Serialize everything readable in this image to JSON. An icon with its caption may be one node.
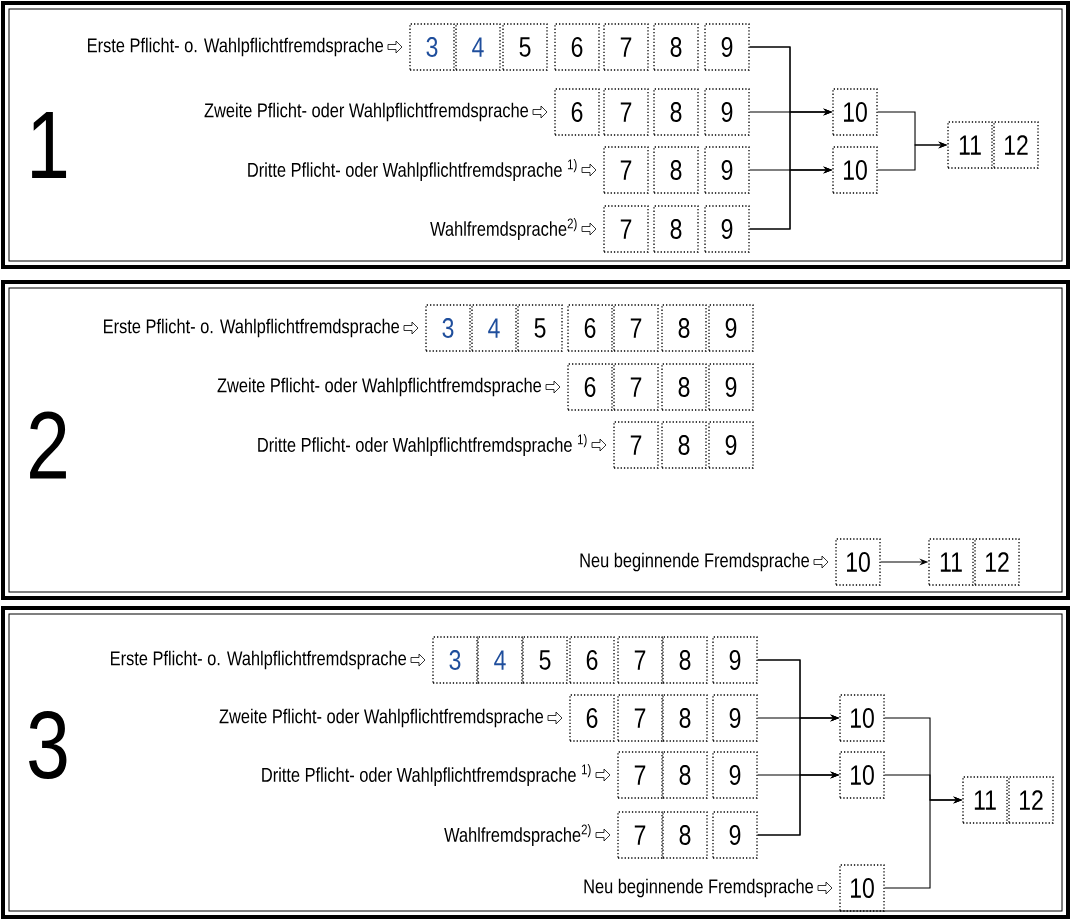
{
  "diagram": {
    "nodes": [
      {
        "text": [
          "1"
        ]
      },
      {
        "text": [
          "3"
        ],
        "in": 0
      },
      {
        "text": [
          "4"
        ],
        "in": 0
      },
      {
        "text": [
          "5"
        ],
        "in": 0
      },
      {
        "text": [
          "6"
        ],
        "in": 0
      },
      {
        "text": [
          "7"
        ],
        "in": 0
      },
      {
        "text": [
          "8"
        ],
        "in": 0
      },
      {
        "text": [
          "9"
        ],
        "in": 0
      },
      {
        "text": [
          "6"
        ],
        "in": 0
      },
      {
        "text": [
          "7"
        ],
        "in": 0
      },
      {
        "text": [
          "8"
        ],
        "in": 0
      },
      {
        "text": [
          "9"
        ],
        "in": 0
      },
      {
        "text": [
          "7"
        ],
        "in": 0
      },
      {
        "text": [
          "8"
        ],
        "in": 0
      },
      {
        "text": [
          "9"
        ],
        "in": 0
      },
      {
        "text": [
          "7"
        ],
        "in": 0
      },
      {
        "text": [
          "8"
        ],
        "in": 0
      },
      {
        "text": [
          "9"
        ],
        "in": 0
      },
      {
        "text": [
          "10"
        ],
        "in": 0
      },
      {
        "text": [
          "10"
        ],
        "in": 0
      },
      {
        "text": [
          "11"
        ],
        "in": 0
      },
      {
        "text": [
          "12"
        ],
        "in": 0
      },
      {
        "text": [
          "2"
        ]
      },
      {
        "text": [
          "3"
        ],
        "in": 22
      },
      {
        "text": [
          "4"
        ],
        "in": 22
      },
      {
        "text": [
          "5"
        ],
        "in": 22
      },
      {
        "text": [
          "6"
        ],
        "in": 22
      },
      {
        "text": [
          "7"
        ],
        "in": 22
      },
      {
        "text": [
          "8"
        ],
        "in": 22
      },
      {
        "text": [
          "9"
        ],
        "in": 22
      },
      {
        "text": [
          "6"
        ],
        "in": 22
      },
      {
        "text": [
          "7"
        ],
        "in": 22
      },
      {
        "text": [
          "8"
        ],
        "in": 22
      },
      {
        "text": [
          "9"
        ],
        "in": 22
      },
      {
        "text": [
          "7"
        ],
        "in": 22
      },
      {
        "text": [
          "8"
        ],
        "in": 22
      },
      {
        "text": [
          "9"
        ],
        "in": 22
      },
      {
        "text": [
          "10"
        ],
        "in": 22
      },
      {
        "text": [
          "11"
        ],
        "in": 22
      },
      {
        "text": [
          "12"
        ],
        "in": 22
      },
      {
        "text": [
          "3"
        ]
      },
      {
        "text": [
          "3"
        ],
        "in": 40
      },
      {
        "text": [
          "4"
        ],
        "in": 40
      },
      {
        "text": [
          "5"
        ],
        "in": 40
      },
      {
        "text": [
          "6"
        ],
        "in": 40
      },
      {
        "text": [
          "7"
        ],
        "in": 40
      },
      {
        "text": [
          "8"
        ],
        "in": 40
      },
      {
        "text": [
          "9"
        ],
        "in": 40
      },
      {
        "text": [
          "6"
        ],
        "in": 40
      },
      {
        "text": [
          "7"
        ],
        "in": 40
      },
      {
        "text": [
          "8"
        ],
        "in": 40
      },
      {
        "text": [
          "9"
        ],
        "in": 40
      },
      {
        "text": [
          "7"
        ],
        "in": 40
      },
      {
        "text": [
          "8"
        ],
        "in": 40
      },
      {
        "text": [
          "9"
        ],
        "in": 40
      },
      {
        "text": [
          "7"
        ],
        "in": 40
      },
      {
        "text": [
          "8"
        ],
        "in": 40
      },
      {
        "text": [
          "9"
        ],
        "in": 40
      },
      {
        "text": [
          "10"
        ],
        "in": 40
      },
      {
        "text": [
          "10"
        ],
        "in": 40
      },
      {
        "text": [
          "11"
        ],
        "in": 40
      },
      {
        "text": [
          "12"
        ],
        "in": 40
      },
      {
        "text": [
          "10"
        ],
        "in": 40
      }
    ],
    "edges": [
      {
        "from": 7,
        "to": 18,
        "arrow": "to"
      },
      {
        "from": 7,
        "to": 19,
        "arrow": "to"
      },
      {
        "from": 11,
        "to": 18,
        "arrow": "to"
      },
      {
        "from": 14,
        "to": 19,
        "arrow": "to"
      },
      {
        "from": 17,
        "to": 18,
        "arrow": "to"
      },
      {
        "from": 17,
        "to": 19,
        "arrow": "to"
      },
      {
        "from": 18,
        "to": 20,
        "arrow": "to"
      },
      {
        "from": 19,
        "to": 20,
        "arrow": "to"
      },
      {
        "from": 37,
        "to": 38,
        "arrow": "to"
      },
      {
        "from": 47,
        "to": 58,
        "arrow": "to"
      },
      {
        "from": 47,
        "to": 59,
        "arrow": "to"
      },
      {
        "from": 51,
        "to": 58,
        "arrow": "to"
      },
      {
        "from": 54,
        "to": 59,
        "arrow": "to"
      },
      {
        "from": 57,
        "to": 58,
        "arrow": "to"
      },
      {
        "from": 57,
        "to": 59,
        "arrow": "to"
      },
      {
        "from": 58,
        "to": 60,
        "arrow": "to"
      },
      {
        "from": 59,
        "to": 60,
        "arrow": "to"
      },
      {
        "from": 62,
        "to": 60,
        "arrow": "to"
      }
    ],
    "labels": [
      "Erste Pflicht- o. Wahlpflichtfremdsprache",
      "Zweite Pflicht- oder Wahlpflichtfremdsprache",
      "Dritte Pflicht- oder Wahlpflichtfremdsprache $^{1)}$",
      "Wahlfremdsprache$^{2)}$",
      "Erste Pflicht- o. Wahlpflichtfremdsprache",
      "Zweite Pflicht- oder Wahlpflichtfremdsprache",
      "Dritte Pflicht- oder Wahlpflichtfremdsprache $^{1)}$",
      "Neu beginnende Fremdsprache",
      "Erste Pflicht- o. Wahlpflichtfremdsprache",
      "Zweite Pflicht- oder Wahlpflichtfremdsprache",
      "Dritte Pflicht- oder Wahlpflichtfremdsprache $^{1)}$",
      "Wahlfremdsprache$^{2)}$",
      "Neu beginnende Fremdsprache"
    ]
  }
}
